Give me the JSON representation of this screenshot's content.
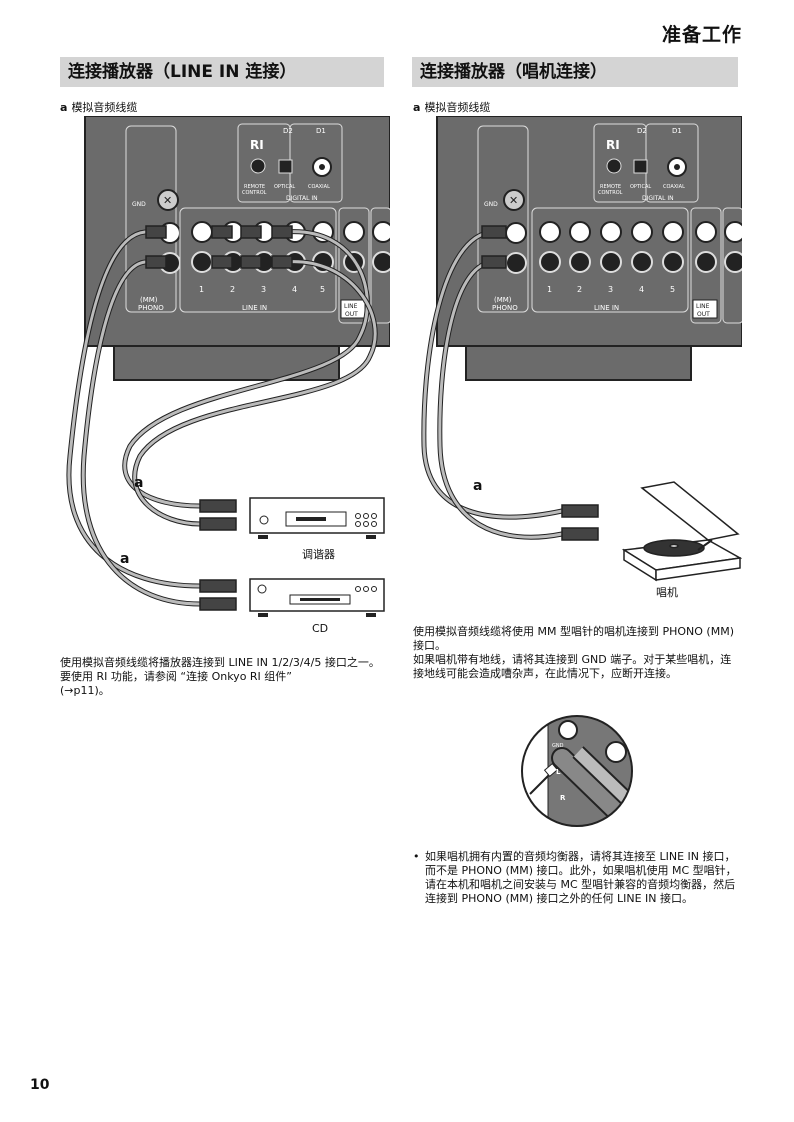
{
  "header": {
    "chapter_title": "准备工作"
  },
  "left": {
    "heading": "连接播放器（LINE IN 连接）",
    "cable_label_letter": "a",
    "cable_label_text": "模拟音频线缆",
    "panel": {
      "ri_label": "RI",
      "remote_control": "REMOTE\nCONTROL",
      "d2": "D2",
      "d1": "D1",
      "optical": "OPTICAL",
      "coaxial": "COAXIAL",
      "digital_in": "DIGITAL IN",
      "gnd": "GND",
      "mm": "(MM)",
      "phono": "PHONO",
      "inputs": [
        "1",
        "2",
        "3",
        "4",
        "5"
      ],
      "line_in": "LINE IN",
      "line_out_1": "LINE",
      "line_out_2": "OUT"
    },
    "callout_a1": "a",
    "callout_a2": "a",
    "device_tuner": "调谐器",
    "device_cd": "CD",
    "body": "使用模拟音频线缆将播放器连接到 LINE IN 1/2/3/4/5 接口之一。要使用 RI 功能，请参阅 “连接 Onkyo RI 组件”",
    "body_ref": "(→p11)。"
  },
  "right": {
    "heading": "连接播放器（唱机连接）",
    "cable_label_letter": "a",
    "cable_label_text": "模拟音频线缆",
    "callout_a": "a",
    "device_turntable": "唱机",
    "body_p1": "使用模拟音频线缆将使用 MM 型唱针的唱机连接到 PHONO (MM) 接口。",
    "body_p2": "如果唱机带有地线，请将其连接到 GND 端子。对于某些唱机，连接地线可能会造成嘈杂声，在此情况下，应断开连接。",
    "zoom_gnd": "GND",
    "zoom_l": "L",
    "zoom_r": "R",
    "bullet": "如果唱机拥有内置的音频均衡器，请将其连接至 LINE IN 接口，而不是 PHONO (MM) 接口。此外，如果唱机使用 MC 型唱针，请在本机和唱机之间安装与 MC 型唱针兼容的音频均衡器，然后连接到 PHONO (MM) 接口之外的任何 LINE IN 接口。"
  },
  "footer": {
    "page_number": "10"
  }
}
